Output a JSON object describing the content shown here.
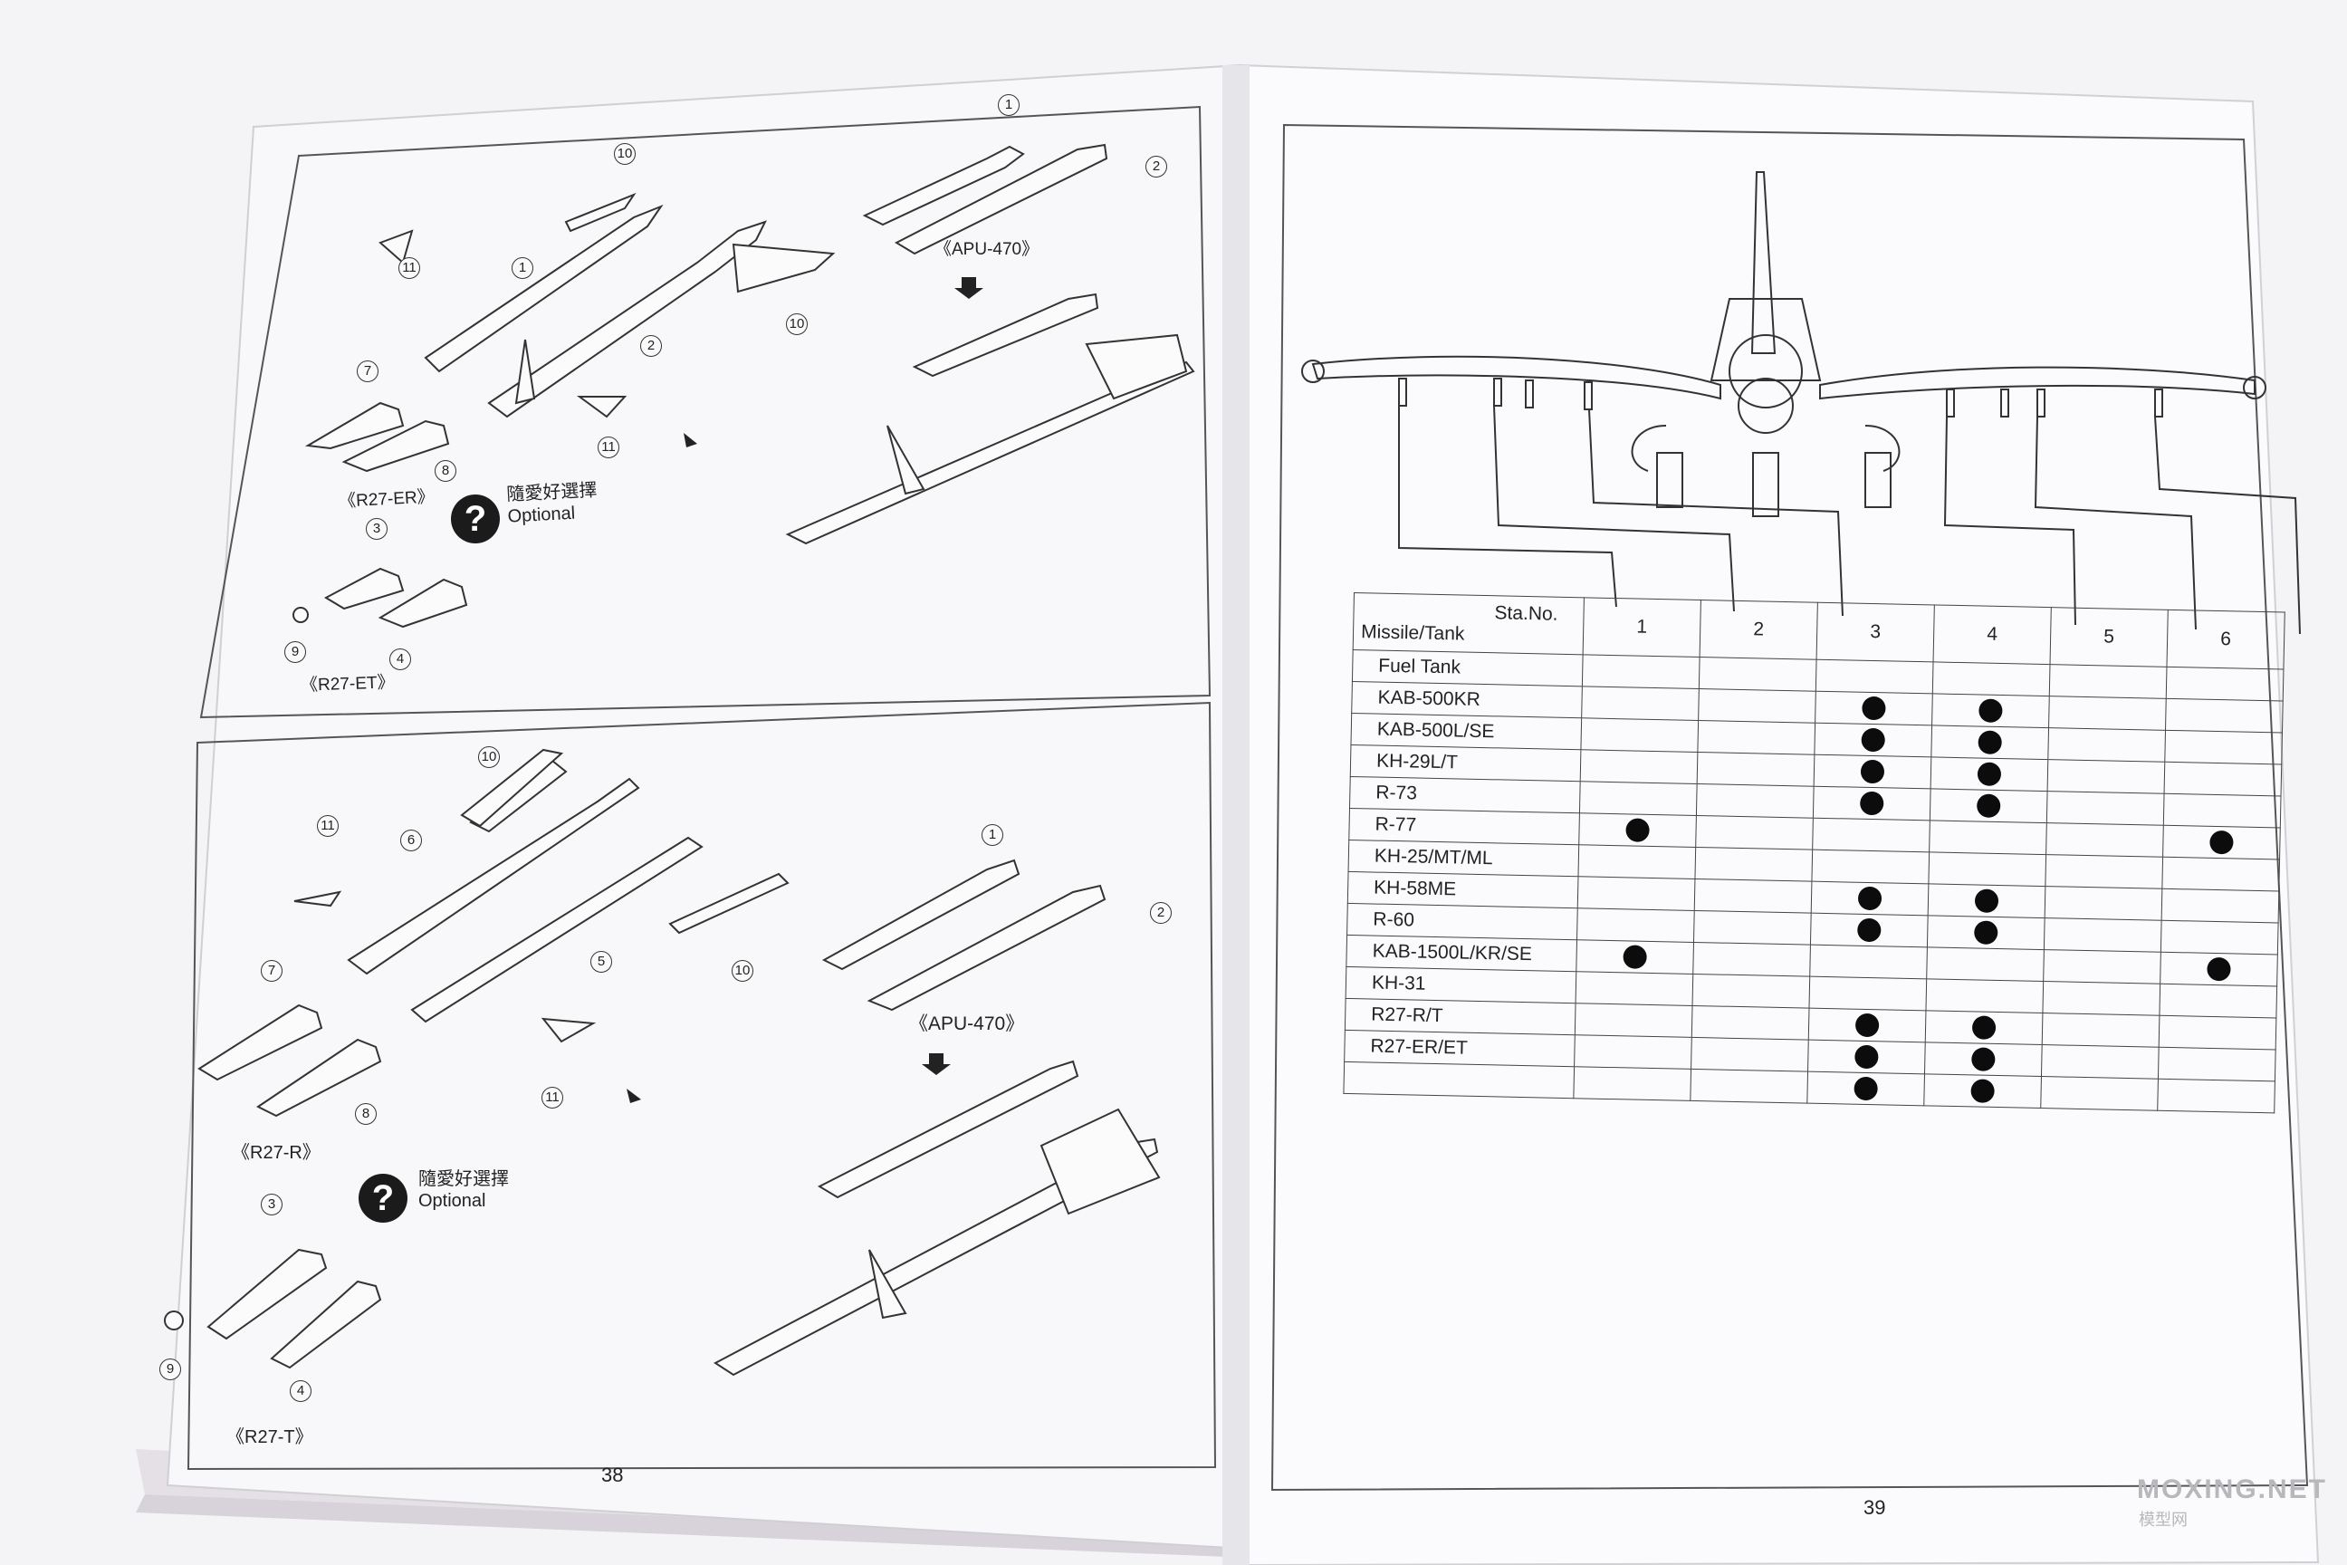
{
  "left_page": {
    "page_number": "38",
    "top_panel": {
      "labels": {
        "r27er": "《R27-ER》",
        "r27et": "《R27-ET》",
        "apu": "《APU-470》"
      },
      "callouts": [
        "1",
        "2",
        "3",
        "4",
        "7",
        "8",
        "9",
        "10",
        "11"
      ],
      "optional_cn": "隨愛好選擇",
      "optional_en": "Optional"
    },
    "bottom_panel": {
      "labels": {
        "r27r": "《R27-R》",
        "r27t": "《R27-T》",
        "apu": "《APU-470》"
      },
      "callouts": [
        "1",
        "2",
        "3",
        "4",
        "5",
        "6",
        "7",
        "8",
        "9",
        "10",
        "11"
      ],
      "optional_cn": "隨愛好選擇",
      "optional_en": "Optional"
    }
  },
  "right_page": {
    "page_number": "39",
    "table": {
      "header_station": "Sta.No.",
      "header_row": "Missile/Tank",
      "stations": [
        "1",
        "2",
        "3",
        "4",
        "5",
        "6"
      ],
      "rows": [
        {
          "name": "Fuel Tank",
          "stations": []
        },
        {
          "name": "KAB-500KR",
          "stations": [
            "3",
            "4"
          ]
        },
        {
          "name": "KAB-500L/SE",
          "stations": [
            "3",
            "4"
          ]
        },
        {
          "name": "KH-29L/T",
          "stations": [
            "3",
            "4"
          ]
        },
        {
          "name": "R-73",
          "stations": [
            "3",
            "4"
          ]
        },
        {
          "name": "R-77",
          "stations": [
            "1",
            "6"
          ]
        },
        {
          "name": "KH-25/MT/ML",
          "stations": []
        },
        {
          "name": "KH-58ME",
          "stations": [
            "3",
            "4"
          ]
        },
        {
          "name": "R-60",
          "stations": [
            "3",
            "4"
          ]
        },
        {
          "name": "KAB-1500L/KR/SE",
          "stations": [
            "1",
            "6"
          ]
        },
        {
          "name": "KH-31",
          "stations": []
        },
        {
          "name": "R27-R/T",
          "stations": [
            "3",
            "4"
          ]
        },
        {
          "name": "R27-ER/ET",
          "stations": [
            "3",
            "4"
          ]
        },
        {
          "name": "",
          "stations": [
            "3",
            "4"
          ]
        }
      ]
    }
  },
  "watermark": {
    "main": "MOXING.NET",
    "sub": "模型网"
  },
  "colors": {
    "paper": "#f9f9fb",
    "ink": "#222222",
    "dot": "#0c0c0c"
  }
}
